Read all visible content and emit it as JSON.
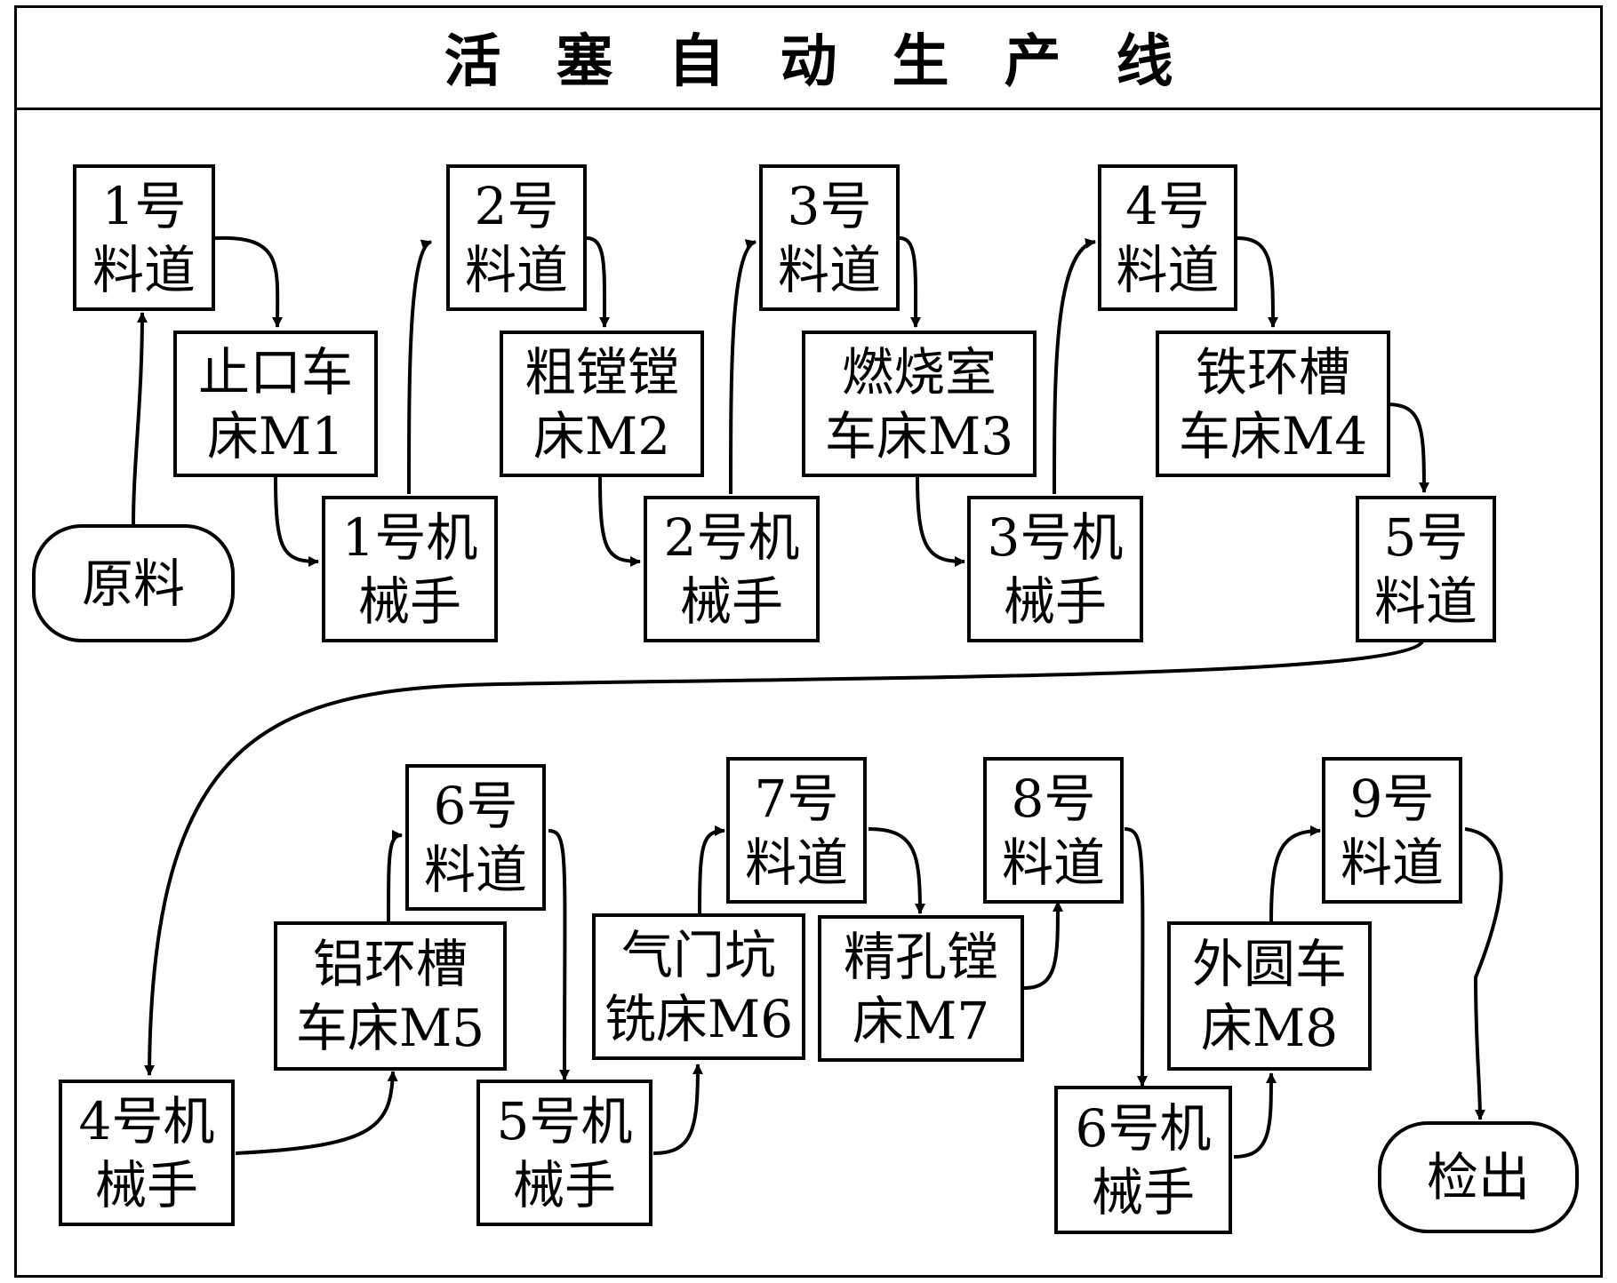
{
  "title": "活塞自动生产线",
  "nodes": {
    "raw": [
      "原料"
    ],
    "f1": [
      "1号",
      "料道"
    ],
    "m1": [
      "止口车",
      "床M1"
    ],
    "r1": [
      "1号机",
      "械手"
    ],
    "f2": [
      "2号",
      "料道"
    ],
    "m2": [
      "粗镗镗",
      "床M2"
    ],
    "r2": [
      "2号机",
      "械手"
    ],
    "f3": [
      "3号",
      "料道"
    ],
    "m3": [
      "燃烧室",
      "车床M3"
    ],
    "r3": [
      "3号机",
      "械手"
    ],
    "f4": [
      "4号",
      "料道"
    ],
    "m4": [
      "铁环槽",
      "车床M4"
    ],
    "f5": [
      "5号",
      "料道"
    ],
    "r4": [
      "4号机",
      "械手"
    ],
    "m5": [
      "铝环槽",
      "车床M5"
    ],
    "f6": [
      "6号",
      "料道"
    ],
    "r5": [
      "5号机",
      "械手"
    ],
    "m6": [
      "气门坑",
      "铣床M6"
    ],
    "f7": [
      "7号",
      "料道"
    ],
    "m7": [
      "精孔镗",
      "床M7"
    ],
    "f8": [
      "8号",
      "料道"
    ],
    "r6": [
      "6号机",
      "械手"
    ],
    "m8": [
      "外圆车",
      "床M8"
    ],
    "f9": [
      "9号",
      "料道"
    ],
    "out": [
      "检出"
    ]
  },
  "edges": [
    [
      "raw",
      "f1"
    ],
    [
      "f1",
      "m1"
    ],
    [
      "m1",
      "r1"
    ],
    [
      "r1",
      "f2"
    ],
    [
      "f2",
      "m2"
    ],
    [
      "m2",
      "r2"
    ],
    [
      "r2",
      "f3"
    ],
    [
      "f3",
      "m3"
    ],
    [
      "m3",
      "r3"
    ],
    [
      "r3",
      "f4"
    ],
    [
      "f4",
      "m4"
    ],
    [
      "m4",
      "f5"
    ],
    [
      "f5",
      "r4"
    ],
    [
      "r4",
      "m5"
    ],
    [
      "m5",
      "f6"
    ],
    [
      "f6",
      "r5"
    ],
    [
      "r5",
      "m6"
    ],
    [
      "m6",
      "f7"
    ],
    [
      "f7",
      "m7"
    ],
    [
      "m7",
      "f8"
    ],
    [
      "f8",
      "r6"
    ],
    [
      "r6",
      "m8"
    ],
    [
      "m8",
      "f9"
    ],
    [
      "f9",
      "out"
    ]
  ]
}
